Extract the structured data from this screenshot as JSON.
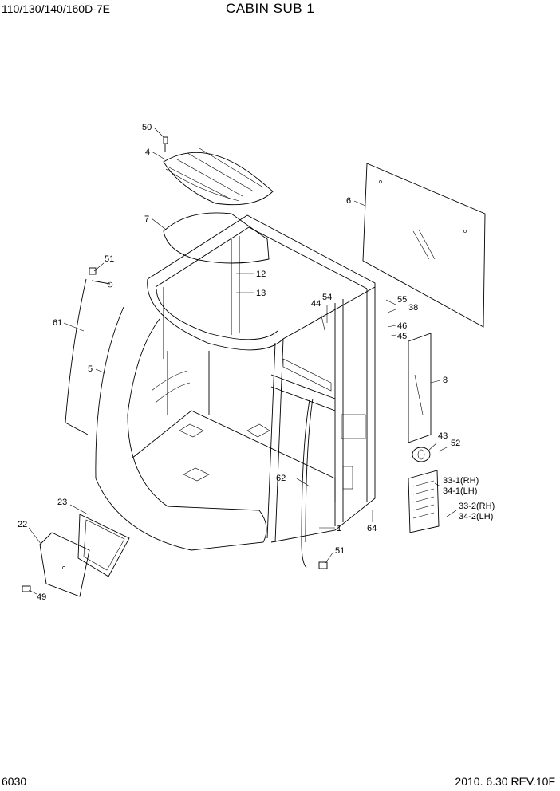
{
  "header": {
    "model": "110/130/140/160D-7E",
    "title": "CABIN SUB 1"
  },
  "footer": {
    "page_number": "6030",
    "revision": "2010. 6.30  REV.10F"
  },
  "callouts": {
    "c50": "50",
    "c4": "4",
    "c7": "7",
    "c6": "6",
    "c12": "12",
    "c13": "13",
    "c51a": "51",
    "c61": "61",
    "c5": "5",
    "c44": "44",
    "c54": "54",
    "c55": "55",
    "c38": "38",
    "c46": "46",
    "c45": "45",
    "c8": "8",
    "c43": "43",
    "c52": "52",
    "c62": "62",
    "c1": "1",
    "c33_1": "33-1(RH)",
    "c34_1": "34-1(LH)",
    "c33_2": "33-2(RH)",
    "c34_2": "34-2(LH)",
    "c64": "64",
    "c23": "23",
    "c22": "22",
    "c51b": "51",
    "c49": "49"
  }
}
